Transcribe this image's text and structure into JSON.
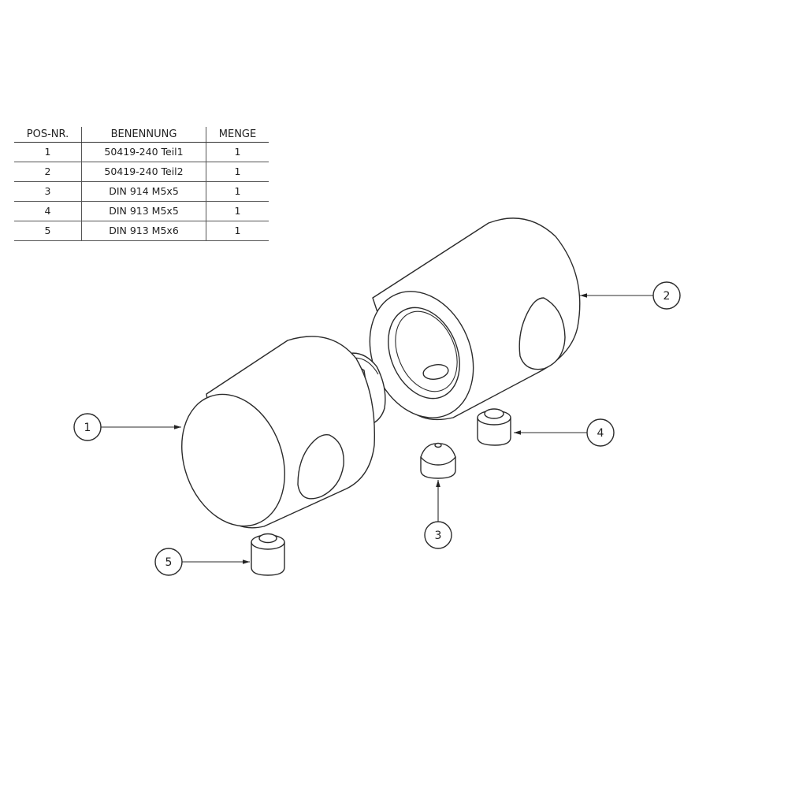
{
  "bom": {
    "headers": [
      "POS-NR.",
      "BENENNUNG",
      "MENGE"
    ],
    "rows": [
      [
        "1",
        "50419-240 Teil1",
        "1"
      ],
      [
        "2",
        "50419-240 Teil2",
        "1"
      ],
      [
        "3",
        "DIN 914 M5x5",
        "1"
      ],
      [
        "4",
        "DIN 913 M5x5",
        "1"
      ],
      [
        "5",
        "DIN 913 M5x6",
        "1"
      ]
    ]
  },
  "balloons": [
    {
      "id": "1",
      "label": "1"
    },
    {
      "id": "2",
      "label": "2"
    },
    {
      "id": "3",
      "label": "3"
    },
    {
      "id": "4",
      "label": "4"
    },
    {
      "id": "5",
      "label": "5"
    }
  ]
}
